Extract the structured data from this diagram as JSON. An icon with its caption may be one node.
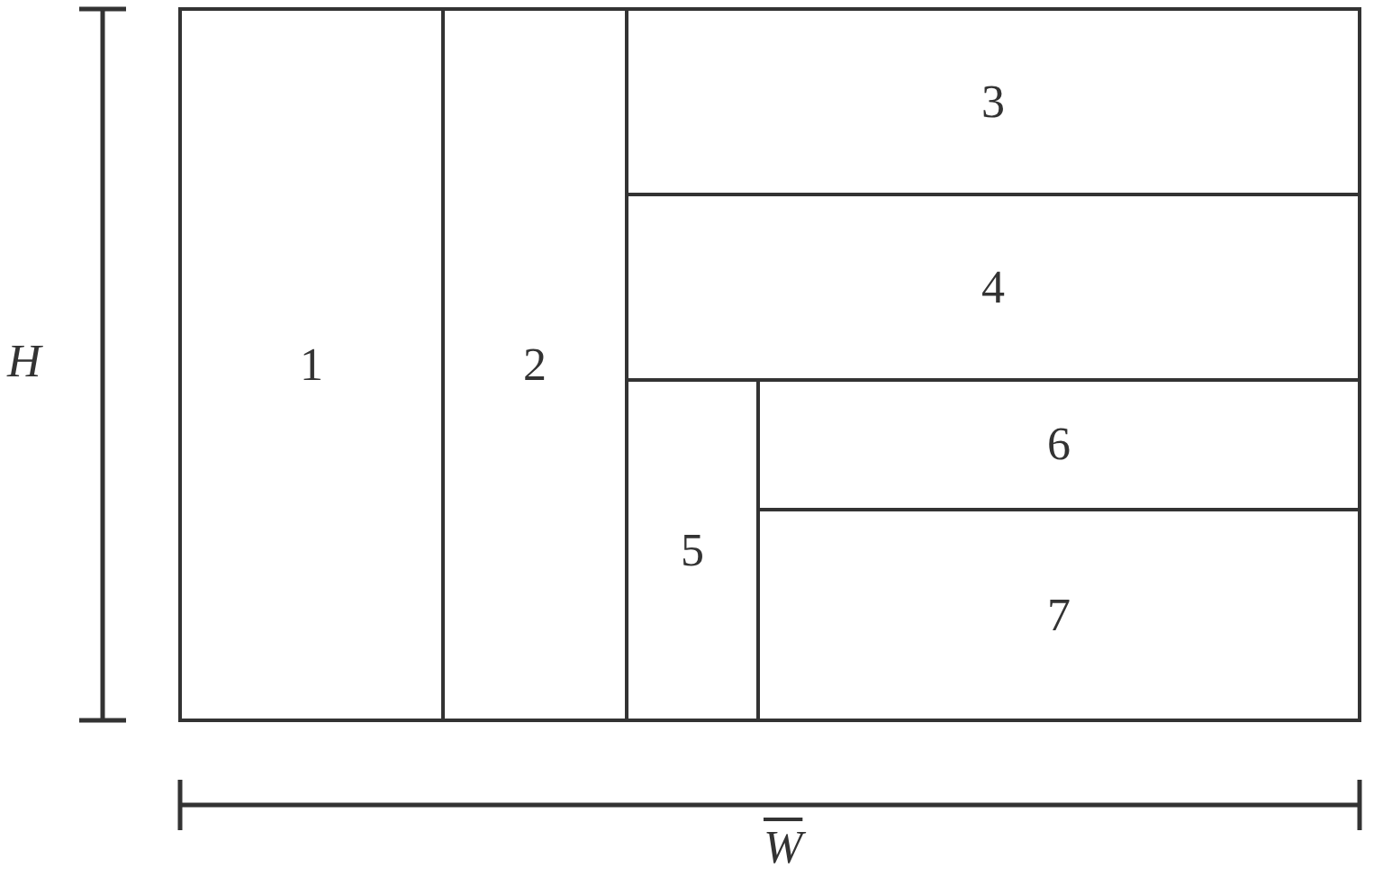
{
  "diagram": {
    "nodes": [
      {
        "text": [
          "1"
        ]
      },
      {
        "text": [
          "2"
        ]
      },
      {
        "text": [
          "3"
        ]
      },
      {
        "text": [
          "4"
        ]
      },
      {
        "text": [
          "5"
        ]
      },
      {
        "text": [
          "6"
        ]
      },
      {
        "text": [
          "7"
        ]
      }
    ],
    "labels": [
      "H",
      "W"
    ]
  }
}
